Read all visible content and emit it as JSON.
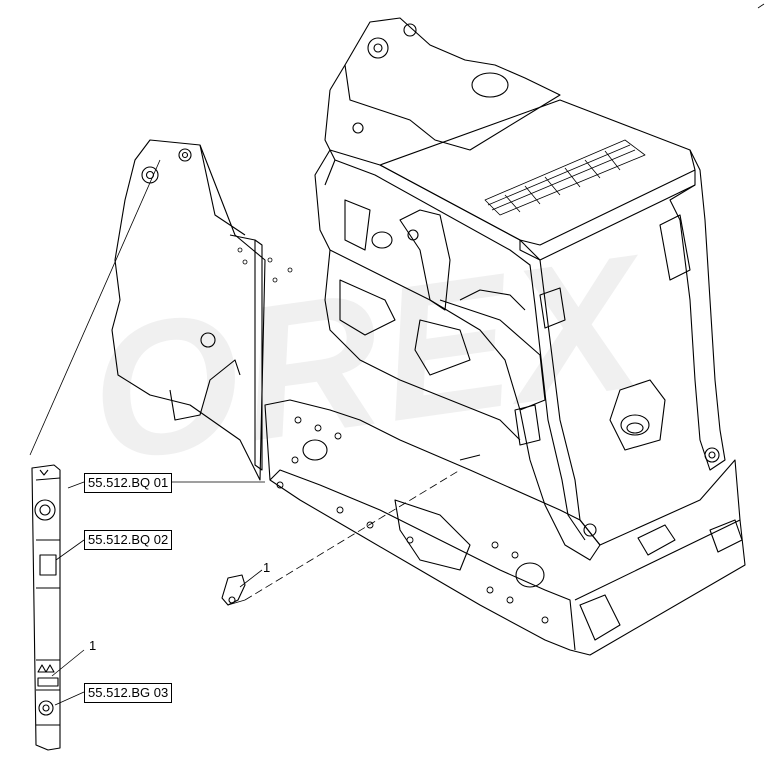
{
  "diagram": {
    "watermark_text": "OREX",
    "reference_labels": [
      {
        "id": "ref-bq01",
        "text": "55.512.BQ 01"
      },
      {
        "id": "ref-bq02",
        "text": "55.512.BQ 02"
      },
      {
        "id": "ref-bg03",
        "text": "55.512.BG 03"
      }
    ],
    "callouts": [
      {
        "id": "callout-main",
        "text": "1"
      },
      {
        "id": "callout-strip",
        "text": "1"
      }
    ]
  }
}
